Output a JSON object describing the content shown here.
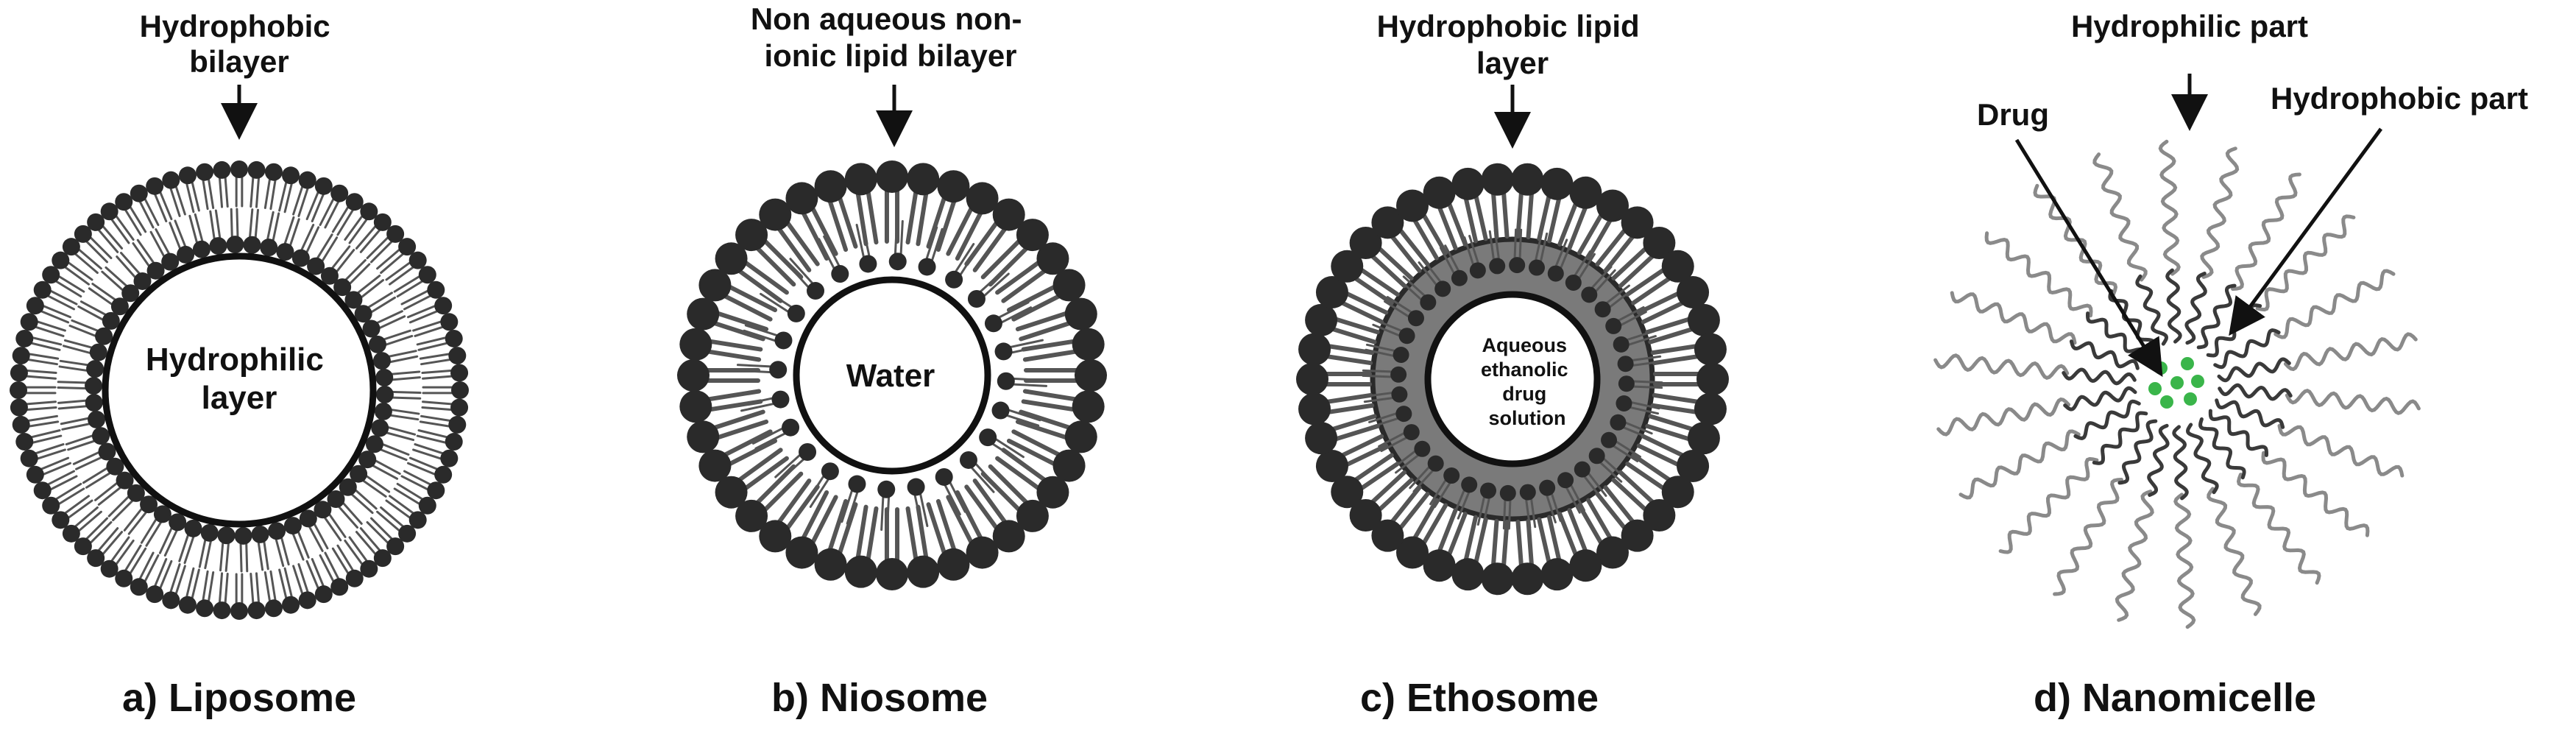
{
  "panels": [
    {
      "id": "liposome",
      "caption": "a) Liposome",
      "top_label": [
        "Hydrophobic",
        "bilayer"
      ],
      "inner_label": [
        "Hydrophilic",
        "layer"
      ]
    },
    {
      "id": "niosome",
      "caption": "b) Niosome",
      "top_label": [
        "Non aqueous non-",
        "ionic lipid bilayer"
      ],
      "inner_label": [
        "Water"
      ]
    },
    {
      "id": "ethosome",
      "caption": "c) Ethosome",
      "top_label": [
        "Hydrophobic lipid",
        "layer"
      ],
      "inner_label": [
        "Aqueous",
        "ethanolic",
        "drug",
        "solution"
      ]
    },
    {
      "id": "nanomicelle",
      "caption": "d) Nanomicelle",
      "labels": {
        "hydrophilic": "Hydrophilic part",
        "drug": "Drug",
        "hydrophobic": "Hydrophobic part"
      }
    }
  ],
  "colors": {
    "head": "#2a2a2a",
    "tail": "#555555",
    "ethosome_core": "#7a7a7a",
    "micelle_outer": "#8a8a8a",
    "micelle_inner": "#3a3a3a",
    "drug": "#3ab54a",
    "text": "#111111"
  }
}
